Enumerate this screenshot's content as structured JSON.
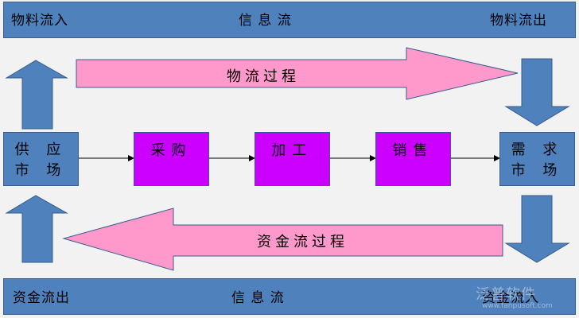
{
  "top_band": {
    "left": "物料流入",
    "center": "信 息 流",
    "right": "物料流出"
  },
  "bottom_band": {
    "left": "资金流出",
    "center": "信 息 流",
    "right": "资金流入"
  },
  "material_arrow_label": "物流过程",
  "capital_arrow_label": "资金流过程",
  "supply_market": {
    "line1": "供 应",
    "line2": "市 场"
  },
  "demand_market": {
    "line1": "需 求",
    "line2": "市 场"
  },
  "processes": [
    "采购",
    "加工",
    "销售"
  ],
  "watermark": {
    "text": "泛普软件",
    "url": "www.fanpusoft.com"
  },
  "colors": {
    "band_blue": "#4f81bd",
    "border_blue": "#385d8a",
    "process_purple": "#cc00ff",
    "flow_pink": "#ff99cc"
  }
}
